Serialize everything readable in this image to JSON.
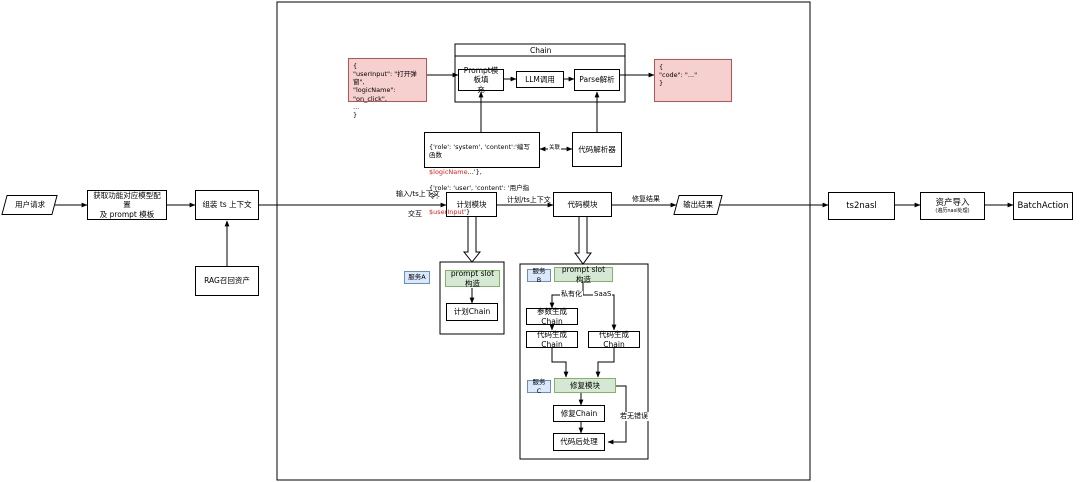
{
  "nodes": {
    "user_request": "用户请求",
    "get_config": "获取功能对应模型配置\n及 prompt 模板",
    "assemble": "组装 ts 上下文",
    "rag": "RAG召回资产",
    "plan_module": "计划模块",
    "code_module": "代码模块",
    "output": "输出结果",
    "ts2nasl": "ts2nasl",
    "asset_import": "资产导入",
    "asset_import_sub": "(遍历nasl处理)",
    "batch_action": "BatchAction",
    "chain_title": "Chain",
    "prompt_fill": "Prompt模板填\n充",
    "llm_call": "LLM调用",
    "parse": "Parse解析",
    "input_json": "{\n\"userInput\": \"打开弹窗\",\n\"logicName\": \"on_click\",\n...\n}",
    "output_json": "{\n\"code\": \"...\"\n}",
    "role_line1": "{'role': 'system', 'content':'编写函数",
    "role_line2": "$logicName",
    "role_line3": "...'},",
    "role_line4": "{'role': 'user', 'content': '用户指令：",
    "role_line5": "$userInput",
    "role_line6": "'}",
    "code_parser": "代码解析器",
    "service_a": "服务A",
    "prompt_slot_a": "prompt slot 构造",
    "plan_chain": "计划Chain",
    "service_b": "服务B",
    "prompt_slot_b": "prompt slot 构造",
    "param_chain": "参数生成Chain",
    "code_chain_1": "代码生成Chain",
    "code_chain_2": "代码生成Chain",
    "service_c": "服务C",
    "repair_module": "修复模块",
    "repair_chain": "修复Chain",
    "post_process": "代码后处理"
  },
  "labels": {
    "input_ts": "输入/ts上下文",
    "interact": "交互",
    "plan_ts": "计划/ts上下文",
    "repair_result": "修复结果",
    "associate": "关联",
    "private": "私有化",
    "saas": "SaaS",
    "no_error": "若无错误"
  },
  "colors": {
    "pink_fill": "#f6cfcf",
    "pink_stroke": "#b85450",
    "green_fill": "#d5e8d4",
    "green_stroke": "#82b366",
    "blue_fill": "#dae8fc",
    "blue_stroke": "#6c8ebf",
    "variable_text": "#e02020"
  }
}
